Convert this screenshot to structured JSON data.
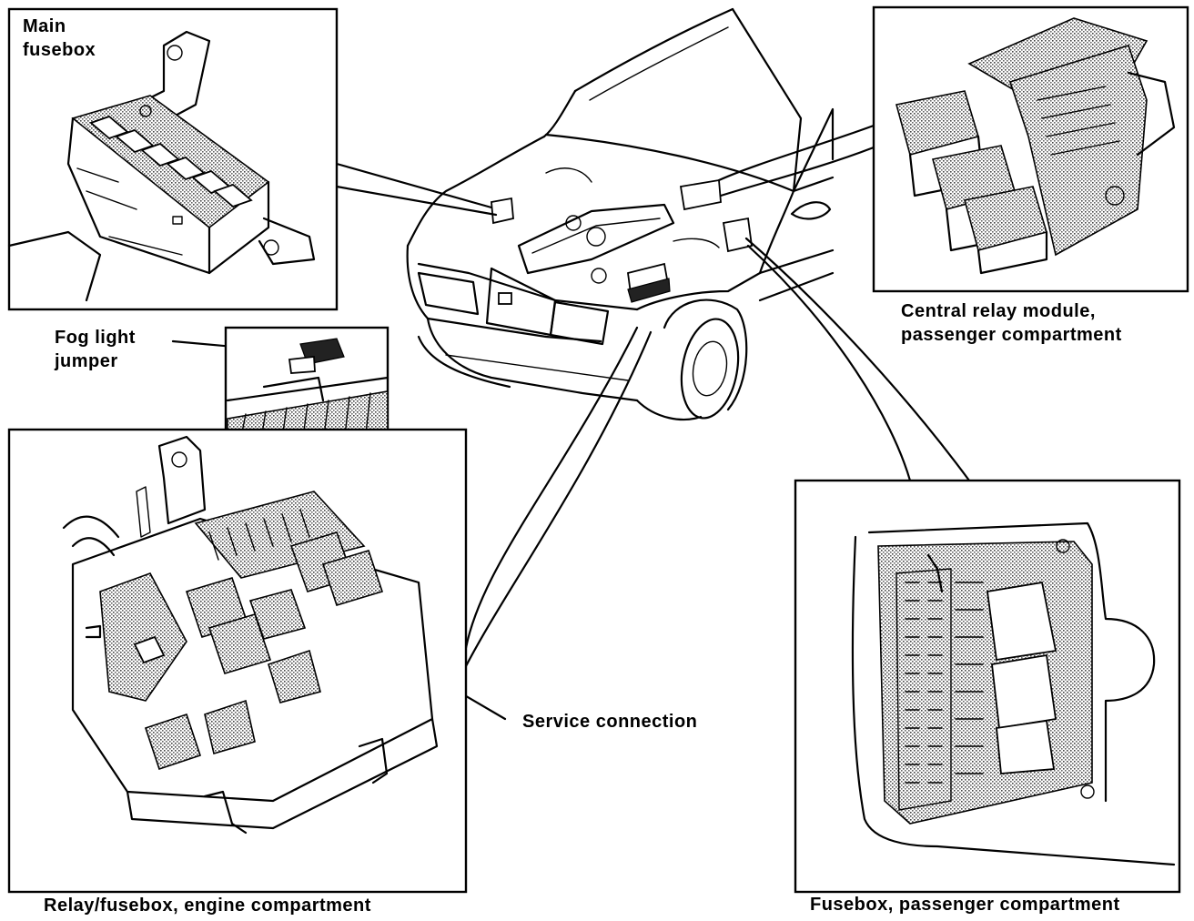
{
  "labels": {
    "main_fusebox": [
      "Main",
      "fusebox"
    ],
    "fog_light_jumper": [
      "Fog light",
      "jumper"
    ],
    "central_relay": [
      "Central relay module,",
      "passenger compartment"
    ],
    "service_connection": "Service connection",
    "relay_fusebox_engine": "Relay/fusebox, engine compartment",
    "fusebox_passenger": "Fusebox, passenger compartment"
  },
  "colors": {
    "ink": "#000000",
    "paper": "#ffffff",
    "shade": "#9a9a9a"
  }
}
